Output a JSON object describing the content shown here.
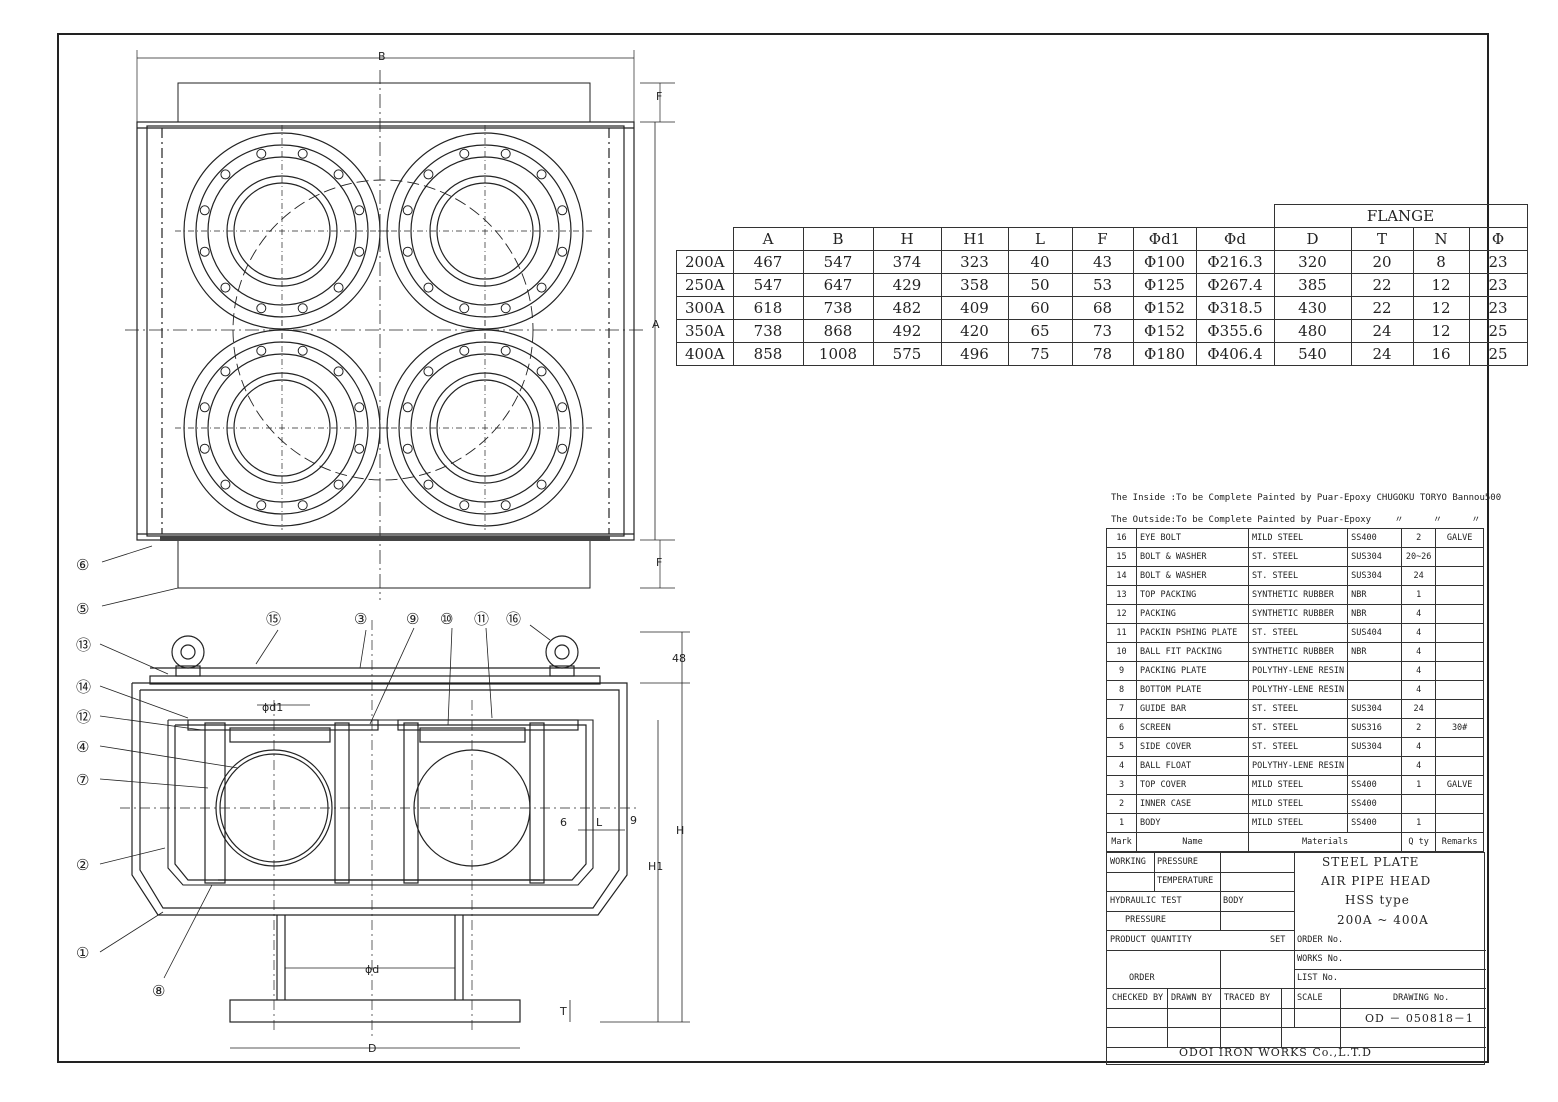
{
  "dim_table": {
    "flange_label": "FLANGE",
    "headers": [
      "A",
      "B",
      "H",
      "H1",
      "L",
      "F",
      "Φd1",
      "Φd",
      "D",
      "T",
      "N",
      "Φ"
    ],
    "rows": [
      [
        "200A",
        "467",
        "547",
        "374",
        "323",
        "40",
        "43",
        "Φ100",
        "Φ216.3",
        "320",
        "20",
        "8",
        "23"
      ],
      [
        "250A",
        "547",
        "647",
        "429",
        "358",
        "50",
        "53",
        "Φ125",
        "Φ267.4",
        "385",
        "22",
        "12",
        "23"
      ],
      [
        "300A",
        "618",
        "738",
        "482",
        "409",
        "60",
        "68",
        "Φ152",
        "Φ318.5",
        "430",
        "22",
        "12",
        "23"
      ],
      [
        "350A",
        "738",
        "868",
        "492",
        "420",
        "65",
        "73",
        "Φ152",
        "Φ355.6",
        "480",
        "24",
        "12",
        "25"
      ],
      [
        "400A",
        "858",
        "1008",
        "575",
        "496",
        "75",
        "78",
        "Φ180",
        "Φ406.4",
        "540",
        "24",
        "16",
        "25"
      ]
    ]
  },
  "notes": {
    "inside": "The Inside :To be Complete Painted by Puar-Epoxy CHUGOKU TORYO Bannou500",
    "outside": "The Outside:To be Complete Painted by Puar-Epoxy",
    "ditto": "〃"
  },
  "parts": {
    "rows": [
      [
        "16",
        "EYE BOLT",
        "MILD STEEL",
        "SS400",
        "2",
        "GALVE"
      ],
      [
        "15",
        "BOLT & WASHER",
        "ST. STEEL",
        "SUS304",
        "20~26",
        ""
      ],
      [
        "14",
        "BOLT & WASHER",
        "ST. STEEL",
        "SUS304",
        "24",
        ""
      ],
      [
        "13",
        "TOP PACKING",
        "SYNTHETIC RUBBER",
        "NBR",
        "1",
        ""
      ],
      [
        "12",
        "PACKING",
        "SYNTHETIC RUBBER",
        "NBR",
        "4",
        ""
      ],
      [
        "11",
        "PACKIN PSHING PLATE",
        "ST. STEEL",
        "SUS404",
        "4",
        ""
      ],
      [
        "10",
        "BALL FIT PACKING",
        "SYNTHETIC RUBBER",
        "NBR",
        "4",
        ""
      ],
      [
        "9",
        "PACKING PLATE",
        "POLYTHY-LENE RESIN",
        "",
        "4",
        ""
      ],
      [
        "8",
        "BOTTOM PLATE",
        "POLYTHY-LENE RESIN",
        "",
        "4",
        ""
      ],
      [
        "7",
        "GUIDE BAR",
        "ST. STEEL",
        "SUS304",
        "24",
        ""
      ],
      [
        "6",
        "SCREEN",
        "ST. STEEL",
        "SUS316",
        "2",
        "30#"
      ],
      [
        "5",
        "SIDE COVER",
        "ST. STEEL",
        "SUS304",
        "4",
        ""
      ],
      [
        "4",
        "BALL FLOAT",
        "POLYTHY-LENE RESIN",
        "",
        "4",
        ""
      ],
      [
        "3",
        "TOP COVER",
        "MILD STEEL",
        "SS400",
        "1",
        "GALVE"
      ],
      [
        "2",
        "INNER CASE",
        "MILD STEEL",
        "SS400",
        "",
        ""
      ],
      [
        "1",
        "BODY",
        "MILD STEEL",
        "SS400",
        "1",
        ""
      ]
    ],
    "header": {
      "mark": "Mark",
      "name": "Name",
      "materials": "Materials",
      "qty": "Q ty",
      "remarks": "Remarks"
    }
  },
  "title_block": {
    "working": "WORKING",
    "pressure": "PRESSURE",
    "temperature": "TEMPERATURE",
    "hydraulic_test": "HYDRAULIC TEST",
    "hydraulic_pressure": "PRESSURE",
    "body": "BODY",
    "product_quantity": "PRODUCT QUANTITY",
    "set": "SET",
    "order": "ORDER",
    "order_no": "ORDER No.",
    "works_no": "WORKS No.",
    "list_no": "LIST  No.",
    "checked_by": "CHECKED BY",
    "drawn_by": "DRAWN BY",
    "traced_by": "TRACED BY",
    "scale": "SCALE",
    "drawing_no_label": "DRAWING No.",
    "drawing_no": "OD － 050818－1",
    "title1": "STEEL PLATE",
    "title2": "AIR PIPE HEAD",
    "title3": "HSS type",
    "title4": "200A ~ 400A",
    "company": "ODOI  IRON  WORKS  Co.,L.T.D"
  },
  "drawing_labels": {
    "B": "B",
    "A": "A",
    "F_top": "F",
    "F_bottom": "F",
    "H": "H",
    "H1": "H1",
    "D": "D",
    "T": "T",
    "L": "L",
    "d": "ϕd",
    "d1": "ϕd1",
    "dim48": "48",
    "dim6": "6",
    "dim9": "9",
    "callouts": [
      "⑥",
      "⑤",
      "⑬",
      "⑭",
      "⑫",
      "④",
      "⑦",
      "②",
      "①",
      "⑧",
      "⑮",
      "③",
      "⑨",
      "⑩",
      "⑪",
      "⑯"
    ]
  }
}
